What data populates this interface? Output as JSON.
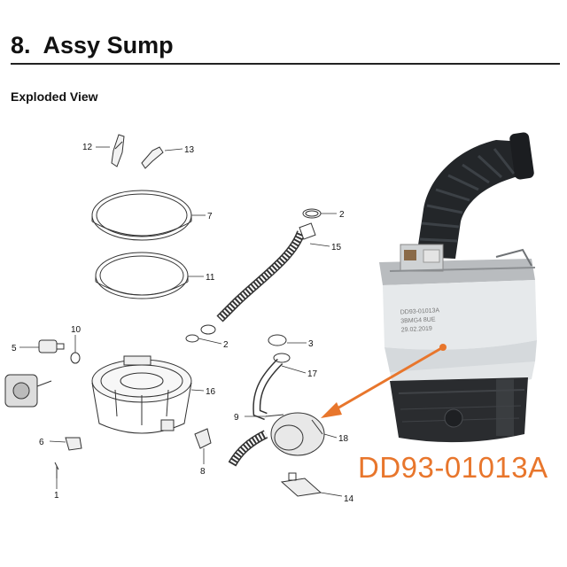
{
  "header": {
    "title": "8.  Assy Sump"
  },
  "section": {
    "label": "Exploded View"
  },
  "callouts": [
    "12",
    "13",
    "7",
    "2",
    "15",
    "11",
    "10",
    "5",
    "2",
    "3",
    "17",
    "16",
    "9",
    "18",
    "6",
    "8",
    "1",
    "14"
  ],
  "product": {
    "part_number": "DD93-01013A",
    "accent_color": "#E8762C",
    "label_lines": [
      "DD93-01013A",
      "3BMG4 8UE",
      "29.02.2019"
    ]
  }
}
